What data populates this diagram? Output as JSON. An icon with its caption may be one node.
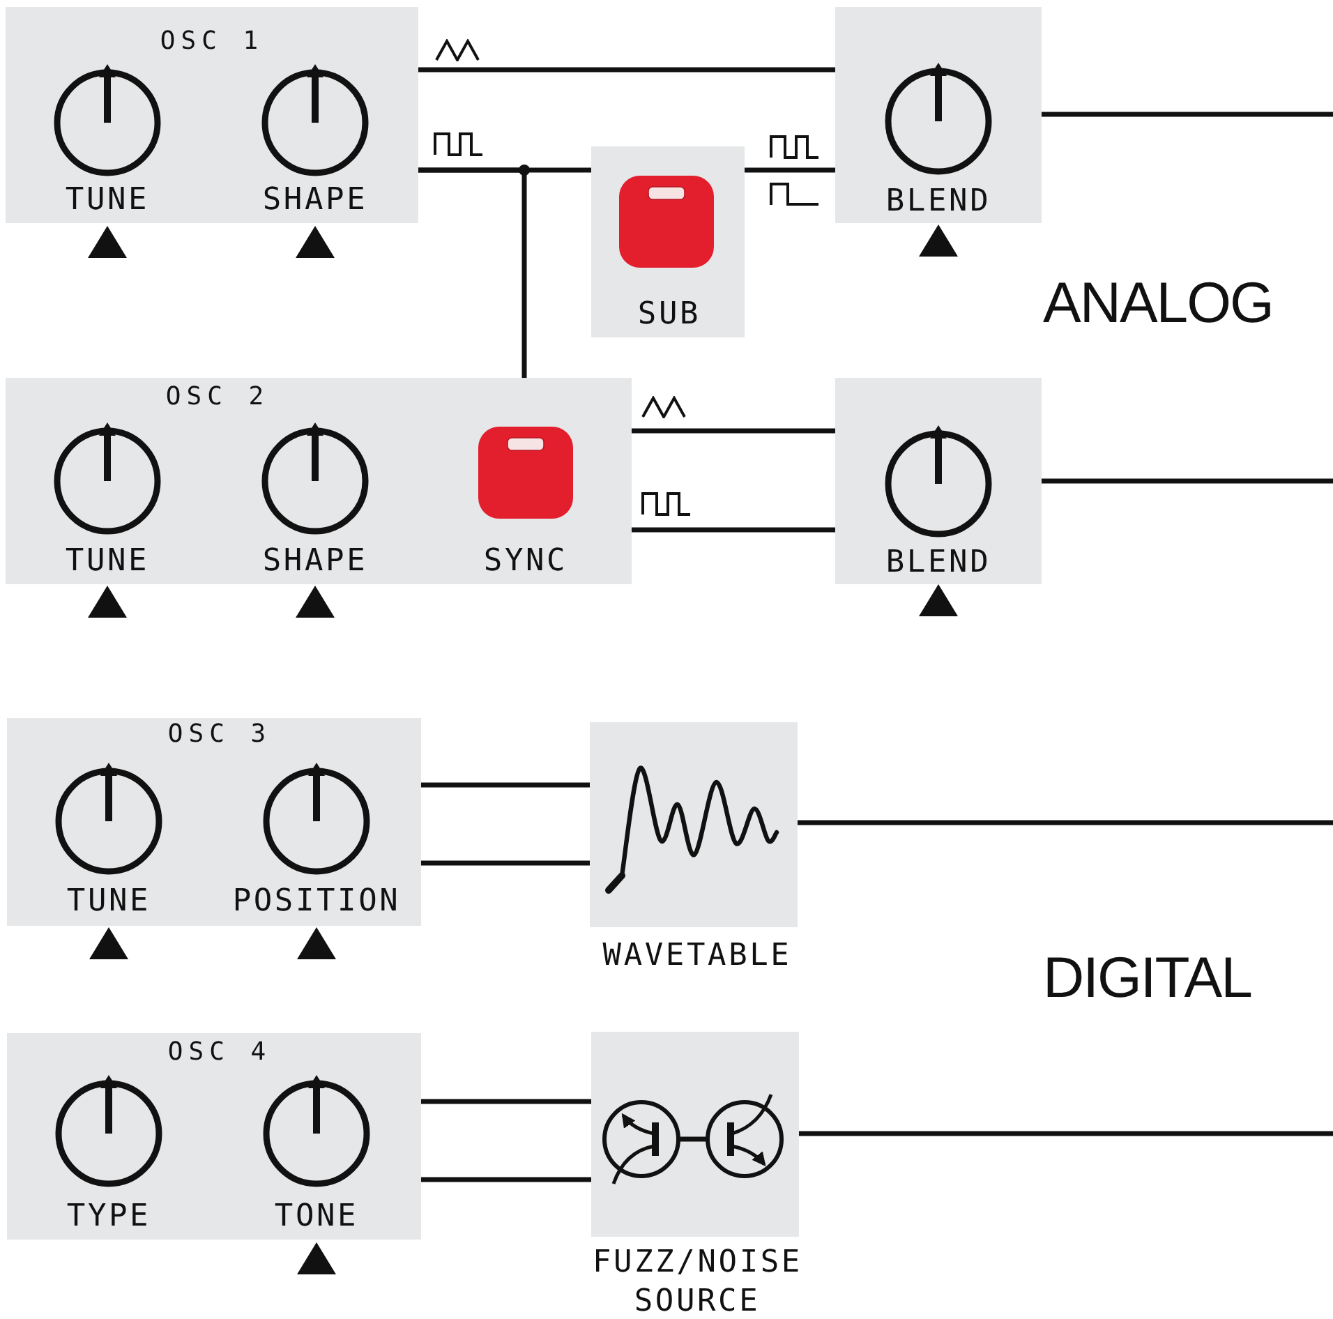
{
  "diagram": {
    "nodes": [
      {
        "text": [
          "OSC 1",
          "TUNE",
          "SHAPE"
        ]
      },
      {
        "text": [
          "BLEND"
        ]
      },
      {
        "text": [
          "SUB"
        ]
      },
      {
        "text": [
          "OSC 2",
          "TUNE",
          "SHAPE",
          "SYNC"
        ]
      },
      {
        "text": [
          "BLEND"
        ]
      },
      {
        "text": [
          "OSC 3",
          "TUNE",
          "POSITION"
        ]
      },
      {
        "text": [
          "WAVETABLE"
        ]
      },
      {
        "text": [
          "OSC 4",
          "TYPE",
          "TONE"
        ]
      },
      {
        "text": [
          "FUZZ/NOISE SOURCE"
        ]
      }
    ],
    "edges": [
      {
        "from": 0,
        "to": 1,
        "arrow": "none"
      },
      {
        "from": 0,
        "to": 2,
        "arrow": "none"
      },
      {
        "from": 0,
        "to": 3,
        "arrow": "none"
      },
      {
        "from": 2,
        "to": 1,
        "arrow": "none"
      },
      {
        "from": 1,
        "to": null,
        "arrow": "none"
      },
      {
        "from": 3,
        "to": 4,
        "arrow": "none"
      },
      {
        "from": 3,
        "to": 4,
        "arrow": "none"
      },
      {
        "from": 4,
        "to": null,
        "arrow": "none"
      },
      {
        "from": 5,
        "to": 6,
        "arrow": "none"
      },
      {
        "from": 5,
        "to": 6,
        "arrow": "none"
      },
      {
        "from": 6,
        "to": null,
        "arrow": "none"
      },
      {
        "from": 7,
        "to": 8,
        "arrow": "none"
      },
      {
        "from": 7,
        "to": 8,
        "arrow": "none"
      },
      {
        "from": 8,
        "to": null,
        "arrow": "none"
      }
    ],
    "labels": [
      "ANALOG",
      "DIGITAL"
    ]
  }
}
